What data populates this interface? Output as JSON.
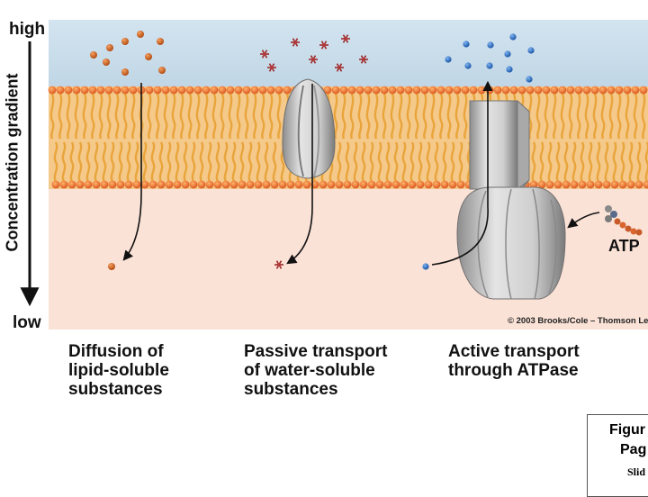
{
  "axis": {
    "high": "high",
    "low": "low",
    "title": "Concentration gradient"
  },
  "captions": {
    "diffusion": [
      "Diffusion of",
      "lipid-soluble",
      "substances"
    ],
    "passive": [
      "Passive transport",
      "of water-soluble",
      "substances"
    ],
    "active": [
      "Active transport",
      "through ATPase"
    ]
  },
  "atp_label": "ATP",
  "copyright": "© 2003 Brooks/Cole – Thomson Le",
  "figure_box": {
    "line1": "Figur",
    "line2": "Pag",
    "line3": "Slid"
  },
  "colors": {
    "extracellular": "#c9dcea",
    "intracellular": "#fbe1d6",
    "lipid_head": "#e8621e",
    "lipid_tail": "#f6b64a",
    "lipid_molecule": "#cf5d1a",
    "water_soluble_molecule": "#9c2b2b",
    "ion": "#2566b8",
    "protein": "#c9c9c9"
  }
}
